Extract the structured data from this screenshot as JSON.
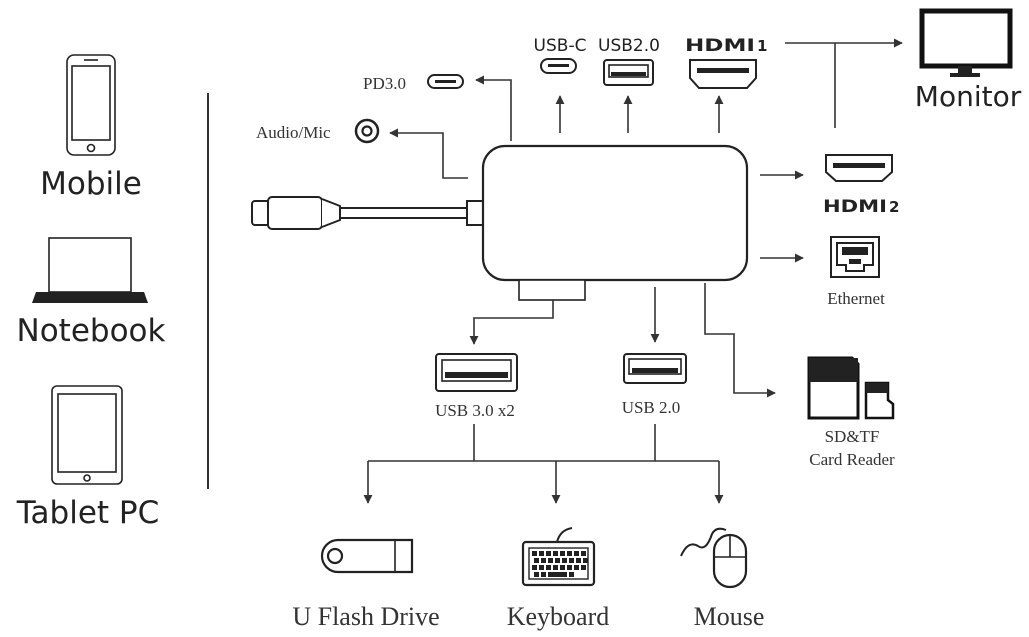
{
  "colors": {
    "line": "#333333",
    "icon": "#222222",
    "background": "#ffffff"
  },
  "devices": {
    "mobile": "Mobile",
    "notebook": "Notebook",
    "tablet": "Tablet PC"
  },
  "ports": {
    "pd": "PD3.0",
    "audio": "Audio/Mic",
    "usbc": "USB-C",
    "usb2_top": "USB2.0",
    "hdmi1_logo": "HDMI",
    "hdmi1_num": "1",
    "hdmi2_logo": "HDMI",
    "hdmi2_num": "2",
    "monitor": "Monitor",
    "ethernet": "Ethernet",
    "usb3": "USB 3.0 x2",
    "usb2_bottom": "USB 2.0",
    "sd_line1": "SD&TF",
    "sd_line2": "Card Reader"
  },
  "peripherals": {
    "flash": "U Flash Drive",
    "keyboard": "Keyboard",
    "mouse": "Mouse"
  },
  "icons": [
    "mobile-phone-icon",
    "laptop-icon",
    "tablet-icon",
    "usb-c-port-icon",
    "usb-a-port-icon",
    "hdmi-port-icon",
    "monitor-icon",
    "ethernet-port-icon",
    "sd-card-icon",
    "tf-card-icon",
    "audio-jack-icon",
    "flash-drive-icon",
    "keyboard-icon",
    "mouse-icon"
  ]
}
